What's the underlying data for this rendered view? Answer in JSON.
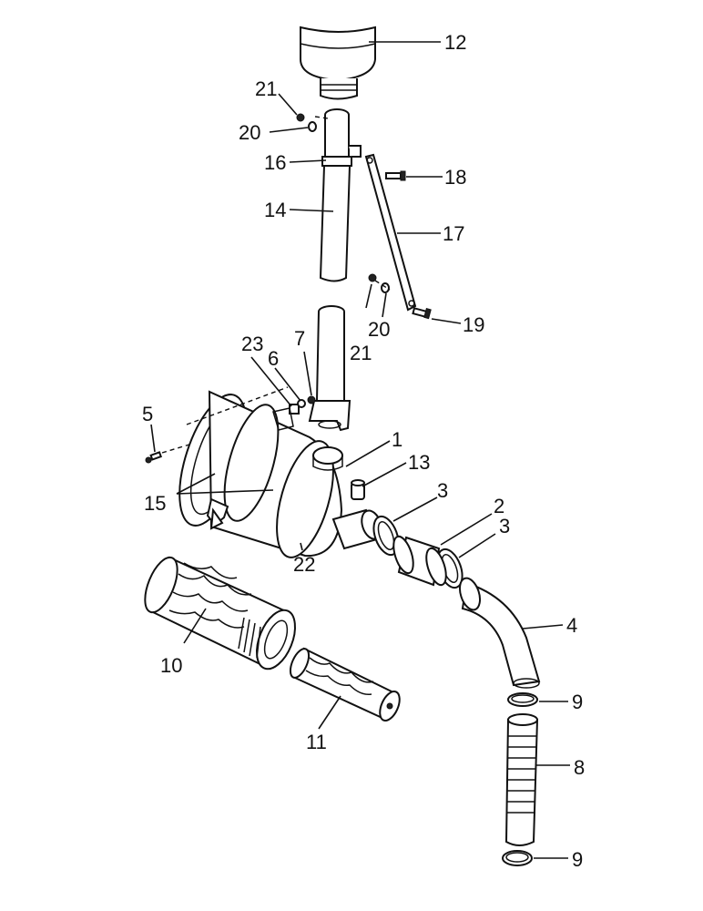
{
  "callouts": {
    "c1": "1",
    "c2": "2",
    "c3a": "3",
    "c3b": "3",
    "c4": "4",
    "c5": "5",
    "c6": "6",
    "c7": "7",
    "c8": "8",
    "c9a": "9",
    "c9b": "9",
    "c10": "10",
    "c11": "11",
    "c12": "12",
    "c13": "13",
    "c14": "14",
    "c15": "15",
    "c16": "16",
    "c17": "17",
    "c18": "18",
    "c19": "19",
    "c20a": "20",
    "c20b": "20",
    "c21a": "21",
    "c21b": "21",
    "c22": "22",
    "c23": "23"
  }
}
